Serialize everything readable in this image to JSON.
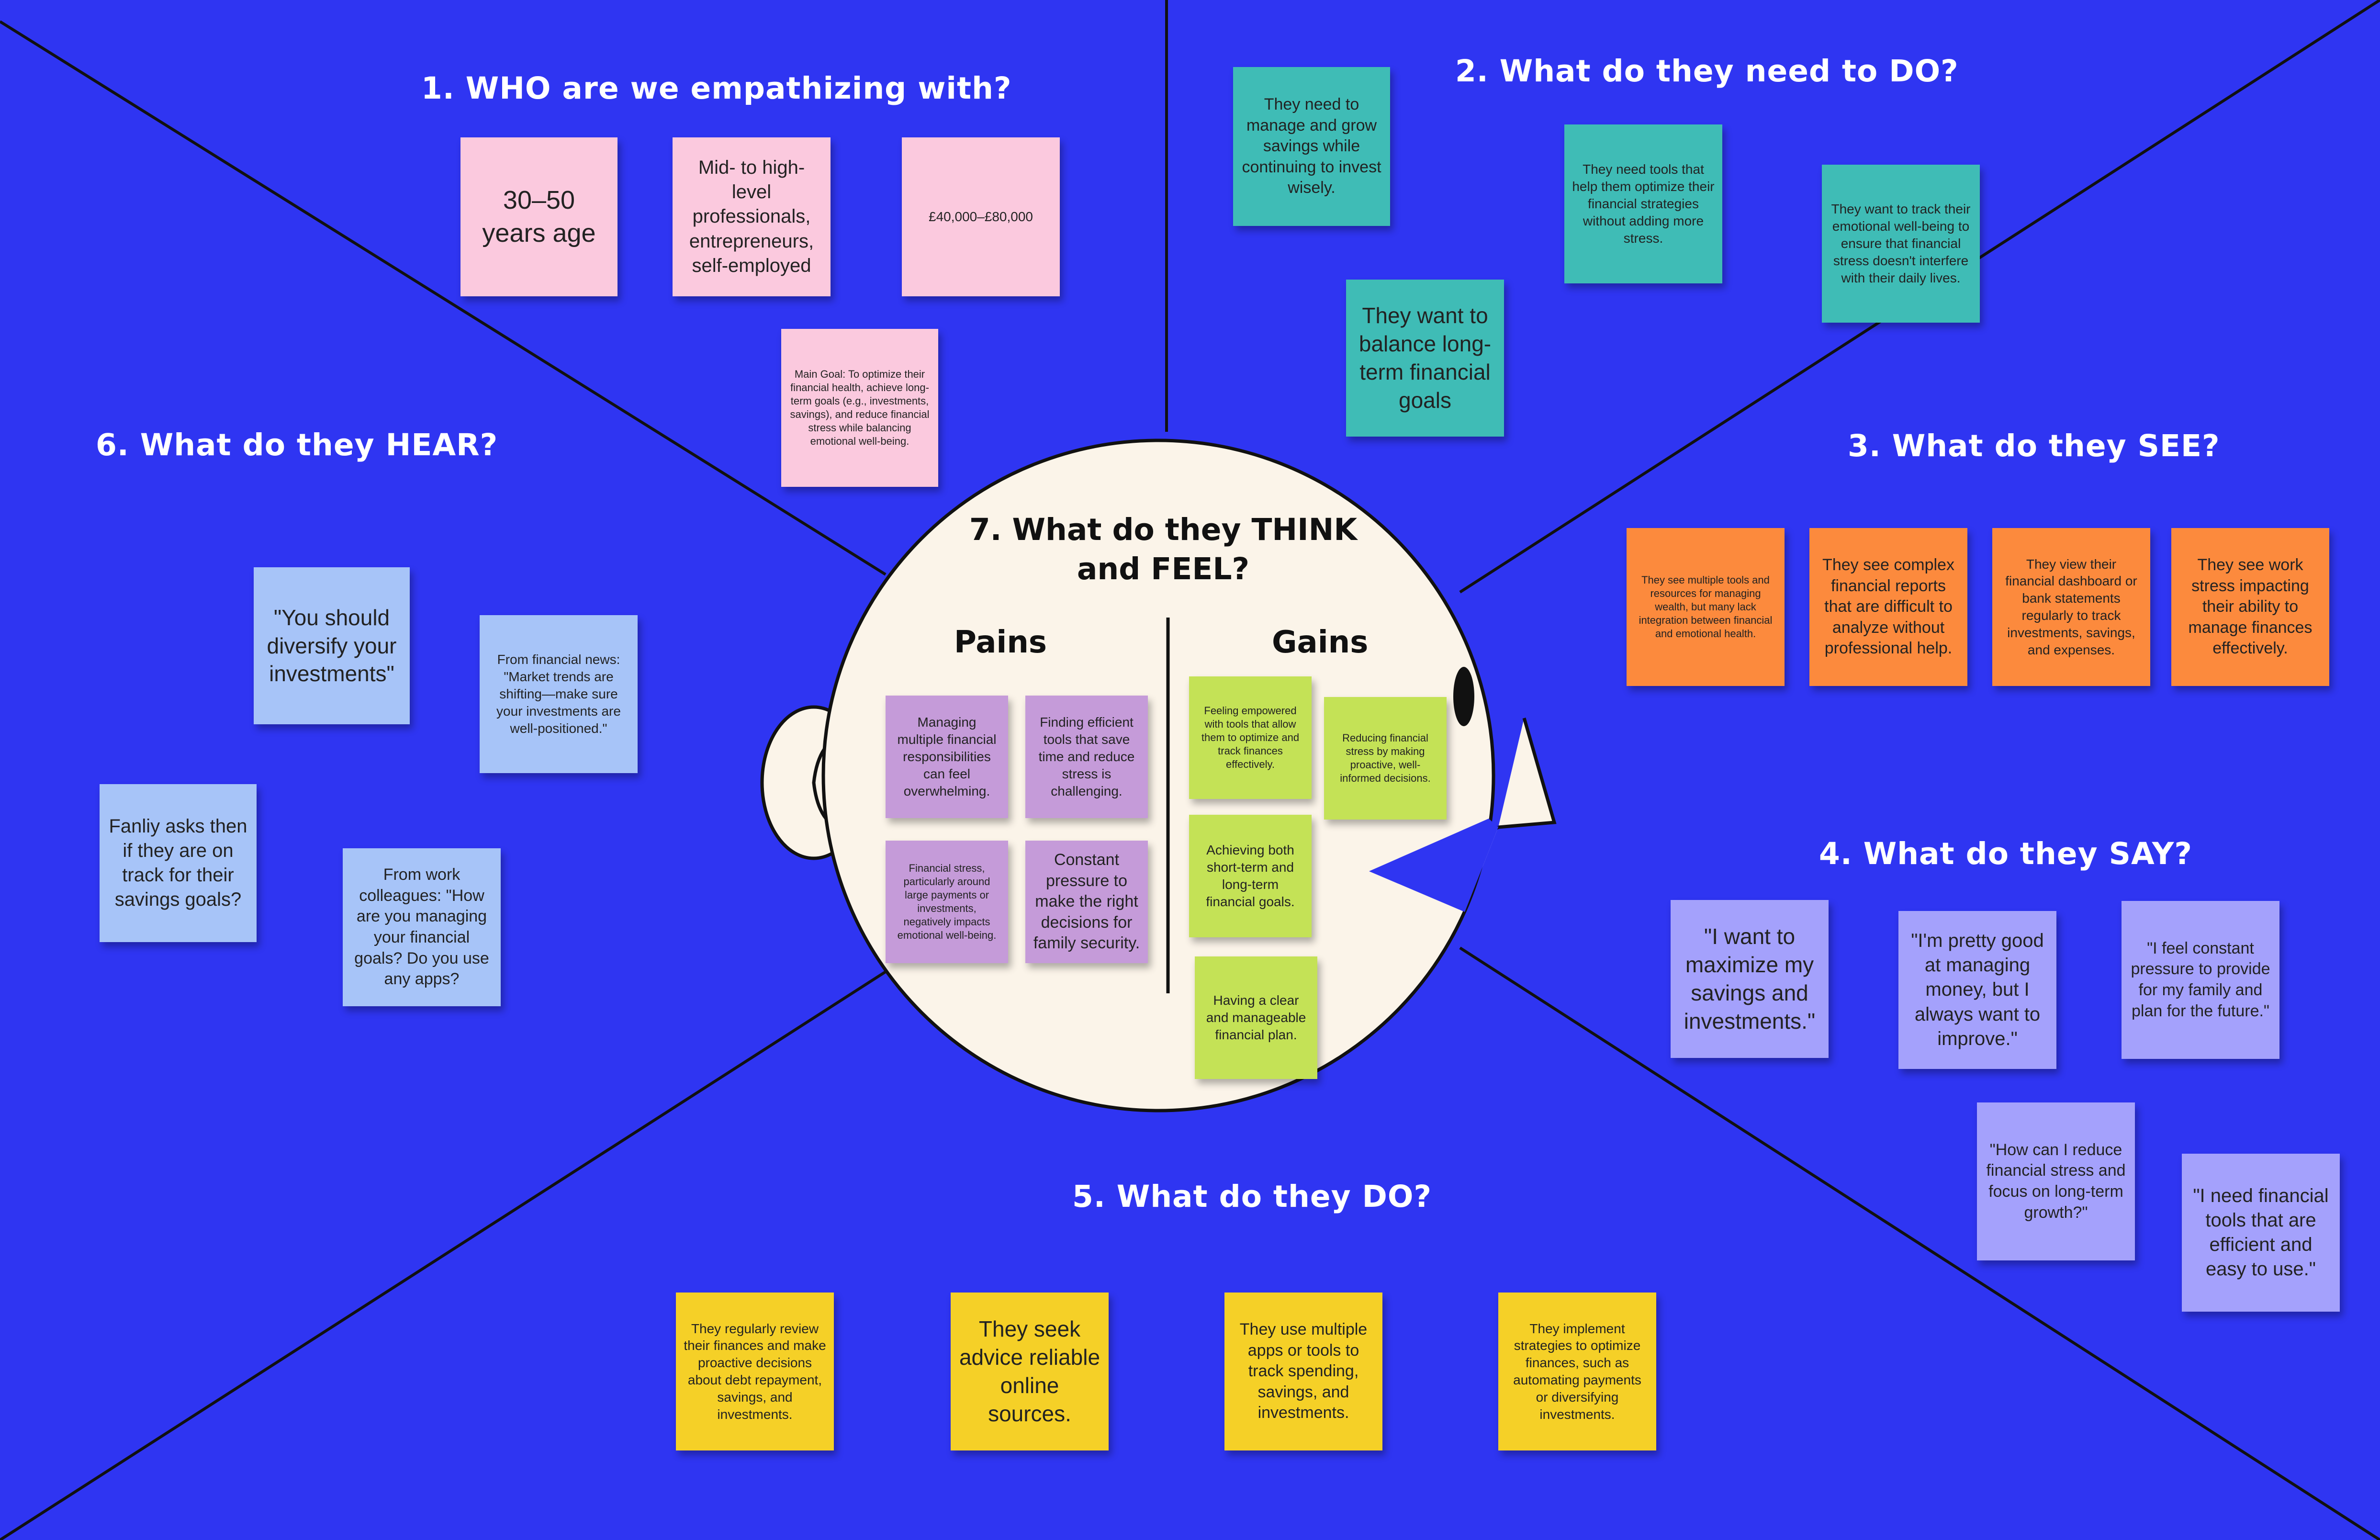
{
  "sections": {
    "who": "1. WHO are we empathizing with?",
    "need_do": "2. What do they need to DO?",
    "see": "3. What do they SEE?",
    "say": "4. What do they SAY?",
    "do": "5. What do they DO?",
    "hear": "6. What do they HEAR?",
    "think_line1": "7. What do they THINK",
    "think_line2": "and FEEL?",
    "pains": "Pains",
    "gains": "Gains"
  },
  "notes": {
    "who_age": "30–50 years age",
    "who_role": "Mid- to high-level professionals, entrepreneurs, self-employed",
    "who_income": "£40,000–£80,000",
    "who_goal": "Main Goal: To optimize their financial health, achieve long-term goals (e.g., investments, savings), and reduce financial stress while balancing emotional well-being.",
    "need_1": "They need to manage and grow savings while continuing to invest wisely.",
    "need_2": "They need tools that help them optimize their financial strategies without adding more stress.",
    "need_3": "They want to track their emotional well-being to ensure that financial stress doesn't interfere with their daily lives.",
    "need_4": "They want to balance long-term financial goals",
    "see_1": "They see multiple tools and resources for managing wealth, but many lack integration between financial and emotional health.",
    "see_2": "They see complex financial reports that are difficult to analyze without professional help.",
    "see_3": "They view their financial dashboard or bank statements regularly to track investments, savings, and expenses.",
    "see_4": "They see work stress impacting their ability to manage finances effectively.",
    "say_1": "\"I want to maximize my savings and investments.\"",
    "say_2": "\"I'm pretty good at managing money, but I always want to improve.\"",
    "say_3": "\"I feel constant pressure to provide for my family and plan for the future.\"",
    "say_4": "\"How can I reduce financial stress and focus on long-term growth?\"",
    "say_5": "\"I need financial tools that are efficient and easy to use.\"",
    "do_1": "They regularly review their finances and make proactive decisions about debt repayment, savings, and investments.",
    "do_2": "They seek advice  reliable online sources.",
    "do_3": "They use multiple apps or tools to track spending, savings, and investments.",
    "do_4": "They implement strategies to optimize finances, such as automating payments or diversifying investments.",
    "hear_1": "\"You should diversify your investments\"",
    "hear_2": "From financial news: \"Market trends are shifting—make sure your investments are well-positioned.\"",
    "hear_3": "Fanliy asks then if they are on track for their savings goals?",
    "hear_4": "From work colleagues: \"How are you managing your financial goals? Do you use any apps?",
    "pain_1": "Managing multiple financial responsibilities can feel overwhelming.",
    "pain_2": "Finding efficient tools that save time and reduce stress is challenging.",
    "pain_3": "Financial stress, particularly around large payments or investments, negatively impacts emotional well-being.",
    "pain_4": "Constant pressure to make the right decisions for family security.",
    "gain_1": "Feeling empowered with tools that allow them to optimize and track finances effectively.",
    "gain_2": "Reducing financial stress by making proactive, well-informed decisions.",
    "gain_3": "Achieving both short-term and long-term financial goals.",
    "gain_4": "Having a clear and manageable financial plan."
  },
  "colors": {
    "background": "#2f35f2",
    "who": "#fbc9de",
    "need": "#3fbcb6",
    "see": "#fc8a3d",
    "say": "#a4a1fc",
    "do": "#f5d027",
    "hear": "#a7c4f8",
    "pains": "#c59bd9",
    "gains": "#c4e256",
    "head": "#fbf4e9"
  }
}
